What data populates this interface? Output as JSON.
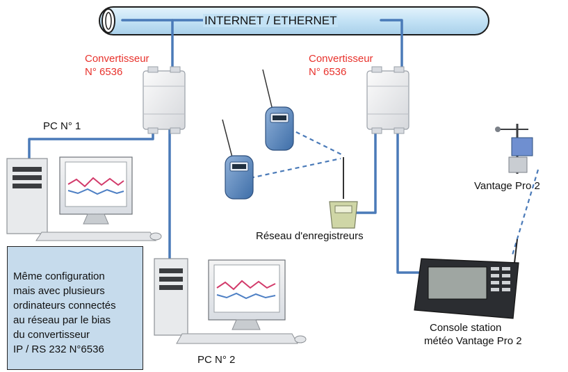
{
  "bus": {
    "label": "INTERNET / ETHERNET"
  },
  "converters": [
    {
      "title": "Convertisseur",
      "number": "N° 6536"
    },
    {
      "title": "Convertisseur",
      "number": "N° 6536"
    }
  ],
  "pcs": [
    {
      "label": "PC N° 1"
    },
    {
      "label": "PC N° 2"
    }
  ],
  "logger_network": {
    "label": "Réseau d'enregistreurs"
  },
  "weather_sensor": {
    "label": "Vantage Pro 2"
  },
  "console": {
    "line1": "Console station",
    "line2": "météo Vantage Pro 2"
  },
  "info_box": {
    "lines": [
      "Même configuration",
      "mais avec plusieurs",
      "ordinateurs connectés",
      "au réseau par le bias",
      "du convertisseur",
      "IP / RS 232 N°6536"
    ]
  },
  "colors": {
    "cable": "#4a7ab8",
    "bus_fill": "#c8e4f6",
    "converter_label": "#e8322c",
    "info_box_fill": "#c6dbec"
  }
}
